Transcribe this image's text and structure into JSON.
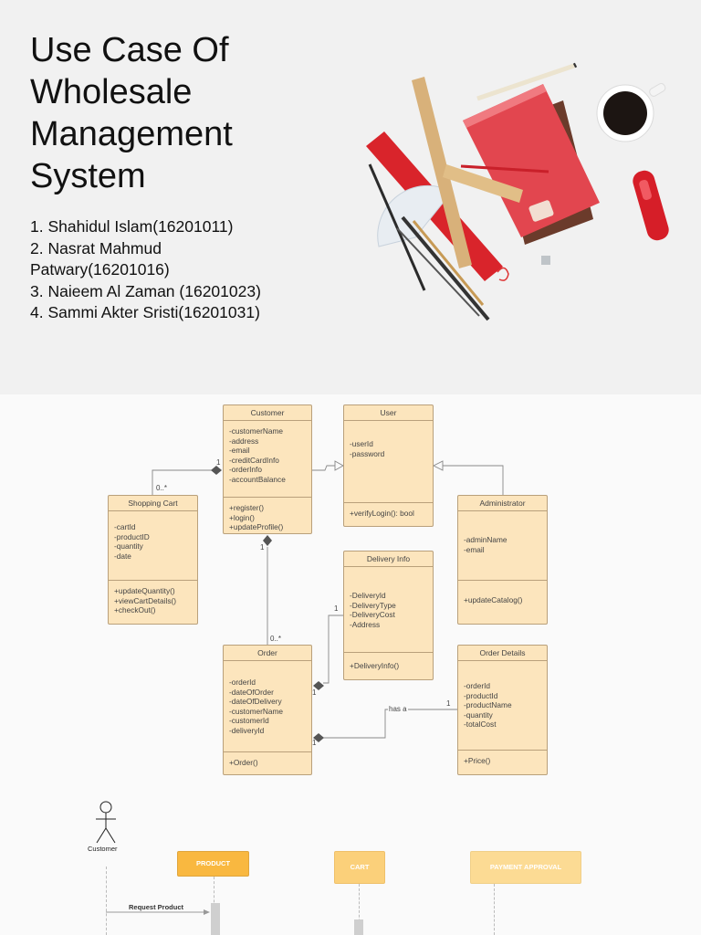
{
  "slide1": {
    "title_lines": [
      "Use Case Of",
      "Wholesale",
      "Management",
      "System"
    ],
    "authors": [
      "1. Shahidul Islam(16201011)",
      "2. Nasrat Mahmud",
      "Patwary(16201016)",
      "3. Naieem Al Zaman (16201023)",
      "4. Sammi Akter Sristi(16201031)"
    ]
  },
  "class_diagram": {
    "customer": {
      "name": "Customer",
      "attributes": [
        "-customerName",
        "-address",
        "-email",
        "-creditCardInfo",
        "-orderInfo",
        "-accountBalance"
      ],
      "operations": [
        "+register()",
        "+login()",
        "+updateProfile()"
      ]
    },
    "user": {
      "name": "User",
      "attributes": [
        "-userId",
        "-password"
      ],
      "operations": [
        "+verifyLogin(): bool"
      ]
    },
    "shopping_cart": {
      "name": "Shopping Cart",
      "attributes": [
        "-cartId",
        "-productID",
        "-quantity",
        "-date"
      ],
      "operations": [
        "+updateQuantity()",
        "+viewCartDetails()",
        "+checkOut()"
      ]
    },
    "administrator": {
      "name": "Administrator",
      "attributes": [
        "-adminName",
        "-email"
      ],
      "operations": [
        "+updateCatalog()"
      ]
    },
    "delivery_info": {
      "name": "Delivery Info",
      "attributes": [
        "-DeliveryId",
        "-DeliveryType",
        "-DeliveryCost",
        "-Address"
      ],
      "operations": [
        "+DeliveryInfo()"
      ]
    },
    "order": {
      "name": "Order",
      "attributes": [
        "-orderId",
        "-dateOfOrder",
        "-dateOfDelivery",
        "-customerName",
        "-customerId",
        "-deliveryId"
      ],
      "operations": [
        "+Order()"
      ]
    },
    "order_details": {
      "name": "Order Details",
      "attributes": [
        "-orderId",
        "-productId",
        "-productName",
        "-quantity",
        "-totalCost"
      ],
      "operations": [
        "+Price()"
      ]
    },
    "multiplicities": {
      "cart_many": "0..*",
      "cart_one": "1",
      "order_one": "1",
      "order_many": "0..*",
      "delivery_one": "1",
      "details_one": "1",
      "order_side_1": "1",
      "order_side_2": "1",
      "has_a": "has a"
    }
  },
  "sequence": {
    "actor": "Customer",
    "lifelines": [
      "PRODUCT",
      "CART",
      "PAYMENT APPROVAL"
    ],
    "message_1": "Request Product",
    "colors": {
      "product": "#f9b840",
      "cart": "#fbd07a",
      "payment": "#fcdb94"
    }
  },
  "colors": {
    "class_fill": "#fce5bd",
    "class_border": "#b9a07b",
    "line": "#888888"
  }
}
